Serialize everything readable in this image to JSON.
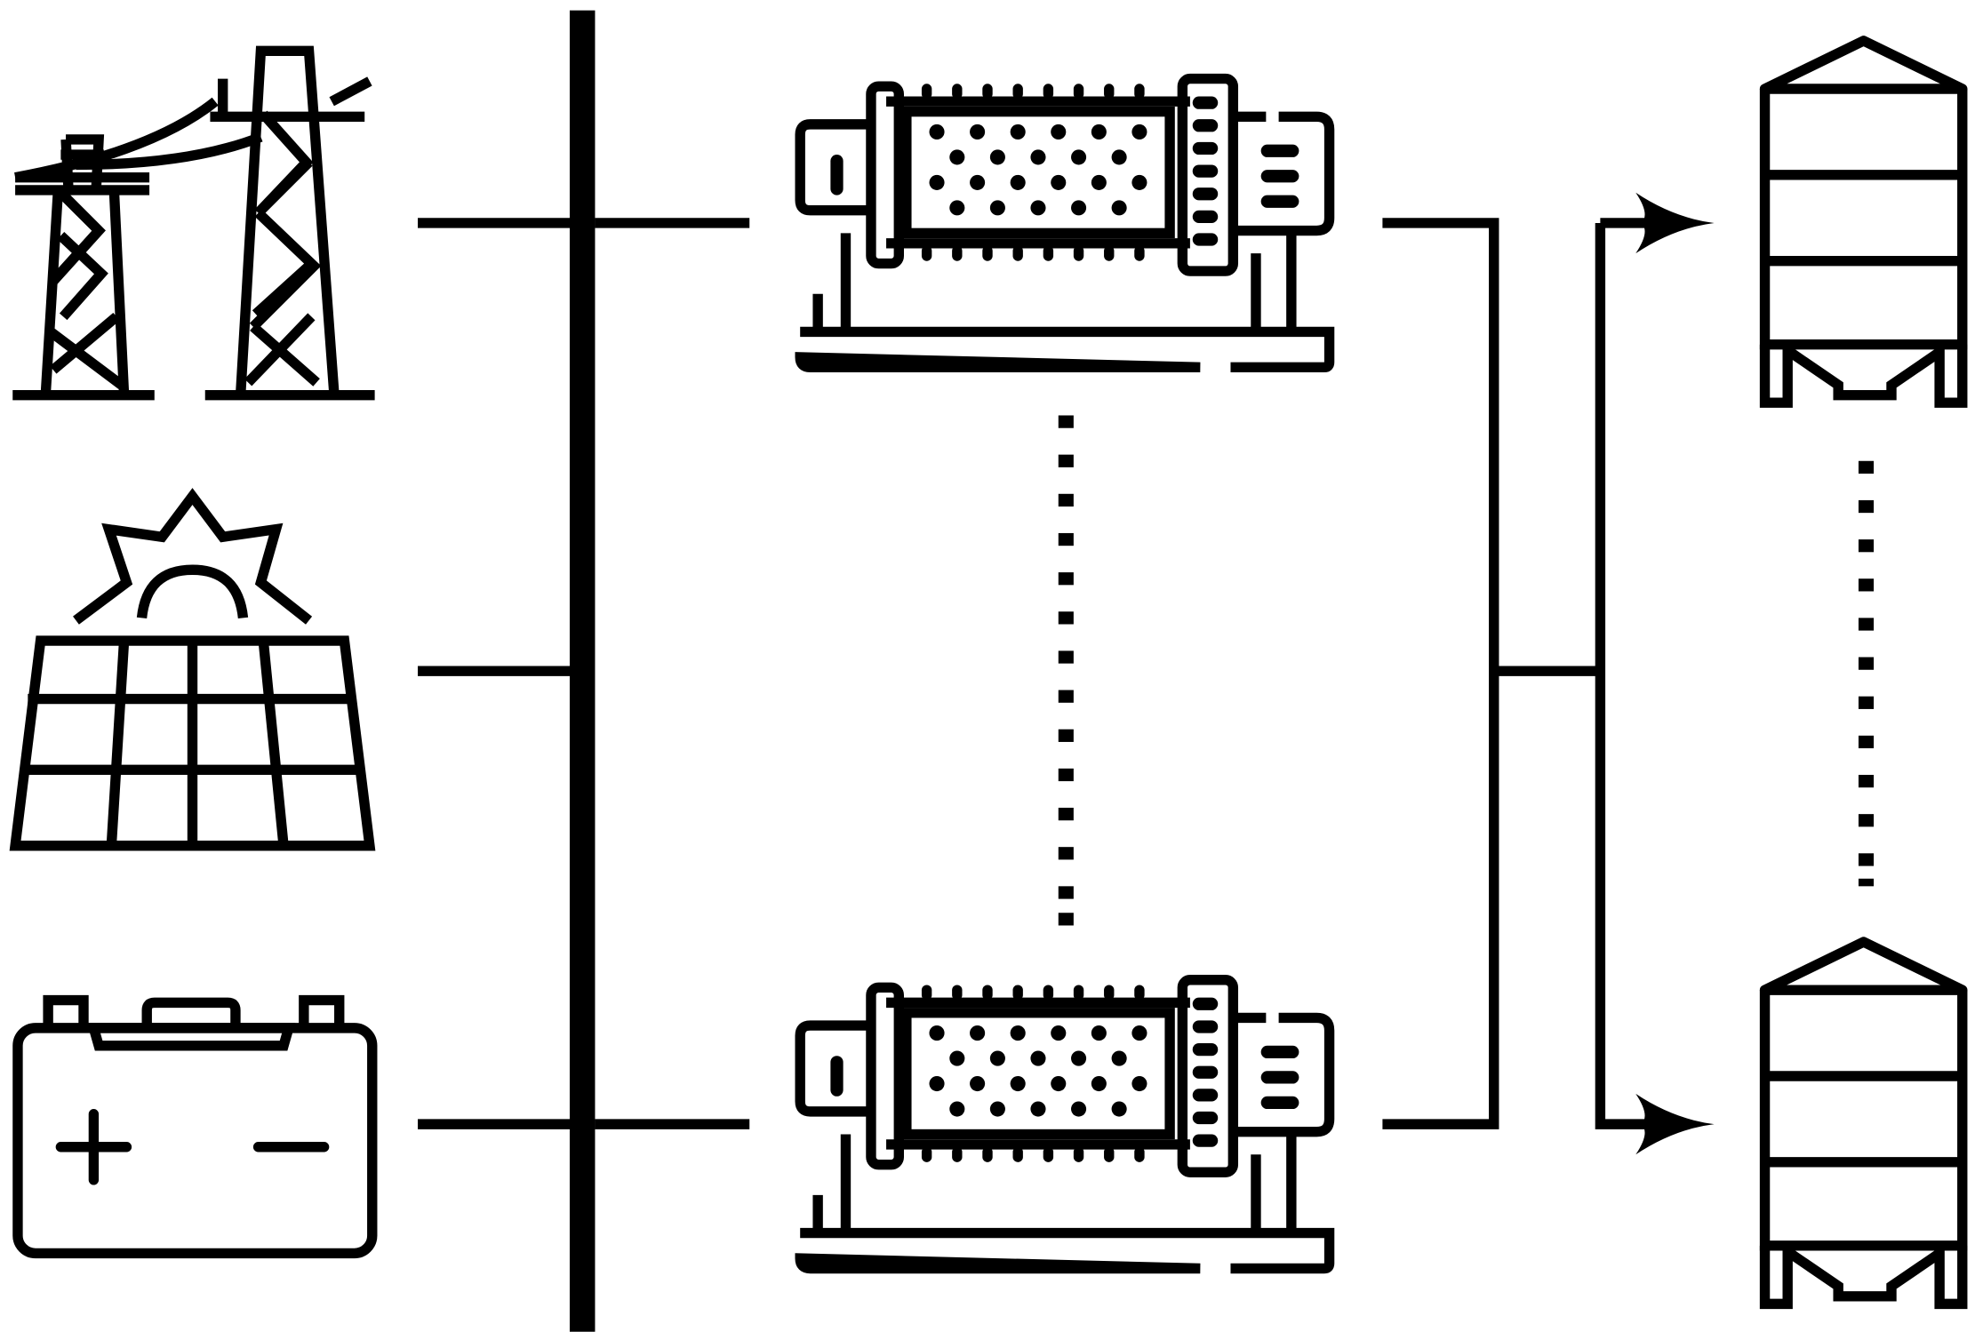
{
  "diagram": {
    "sources": [
      {
        "id": "grid",
        "icon": "power-transmission-tower-icon"
      },
      {
        "id": "solar",
        "icon": "solar-panel-icon"
      },
      {
        "id": "battery",
        "icon": "battery-icon"
      }
    ],
    "bus": {
      "icon": "busbar"
    },
    "loads": [
      {
        "id": "machine-1",
        "icon": "ball-mill-machine-icon"
      },
      {
        "id": "machine-n",
        "icon": "ball-mill-machine-icon"
      }
    ],
    "outputs": [
      {
        "id": "silo-1",
        "icon": "storage-silo-icon"
      },
      {
        "id": "silo-n",
        "icon": "storage-silo-icon"
      }
    ],
    "colors": {
      "stroke": "#000000",
      "background": "#ffffff"
    }
  }
}
